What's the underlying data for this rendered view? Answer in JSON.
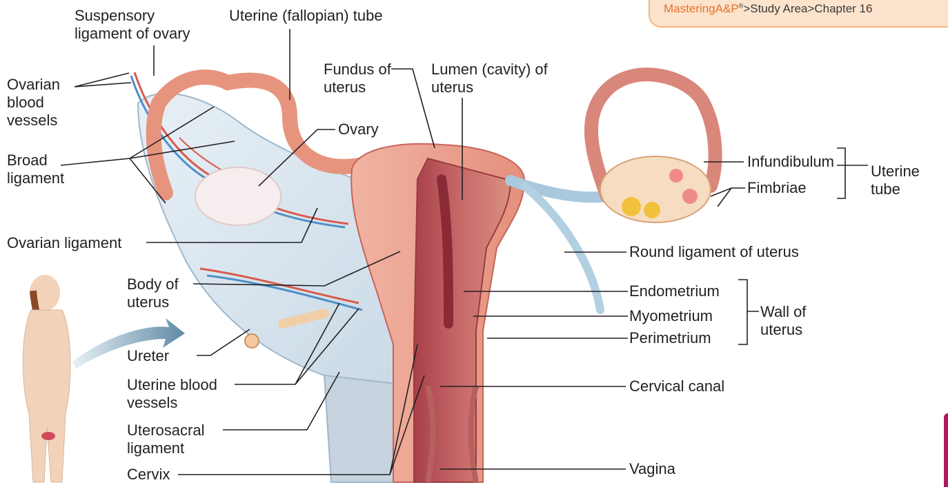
{
  "banner": {
    "brand": "Mastering",
    "brand_suffix": "A&P",
    "mark": "®",
    "path": ">Study Area>Chapter 16"
  },
  "labels": {
    "suspensory_ligament": "Suspensory ligament of ovary",
    "uterine_tube_top": "Uterine (fallopian) tube",
    "fundus": "Fundus of uterus",
    "lumen": "Lumen (cavity) of uterus",
    "ovarian_vessels": "Ovarian blood vessels",
    "ovary": "Ovary",
    "broad_ligament": "Broad ligament",
    "ovarian_ligament": "Ovarian ligament",
    "body_of_uterus": "Body of uterus",
    "ureter": "Ureter",
    "uterine_vessels": "Uterine blood vessels",
    "uterosacral": "Uterosacral ligament",
    "cervix": "Cervix",
    "infundibulum": "Infundibulum",
    "fimbriae": "Fimbriae",
    "uterine_tube_group": "Uterine tube",
    "round_ligament": "Round ligament of uterus",
    "endometrium": "Endometrium",
    "myometrium": "Myometrium",
    "perimetrium": "Perimetrium",
    "wall_group": "Wall of uterus",
    "cervical_canal": "Cervical canal",
    "vagina": "Vagina"
  },
  "colors": {
    "accent": "#e8722a",
    "banner_bg": "#fbe3cc",
    "tissue": "#e89a86",
    "tissue_dark": "#c8625a",
    "vessel_red": "#d85a4a",
    "vessel_blue": "#4f8fc7",
    "ligament": "#d6e4ef"
  }
}
